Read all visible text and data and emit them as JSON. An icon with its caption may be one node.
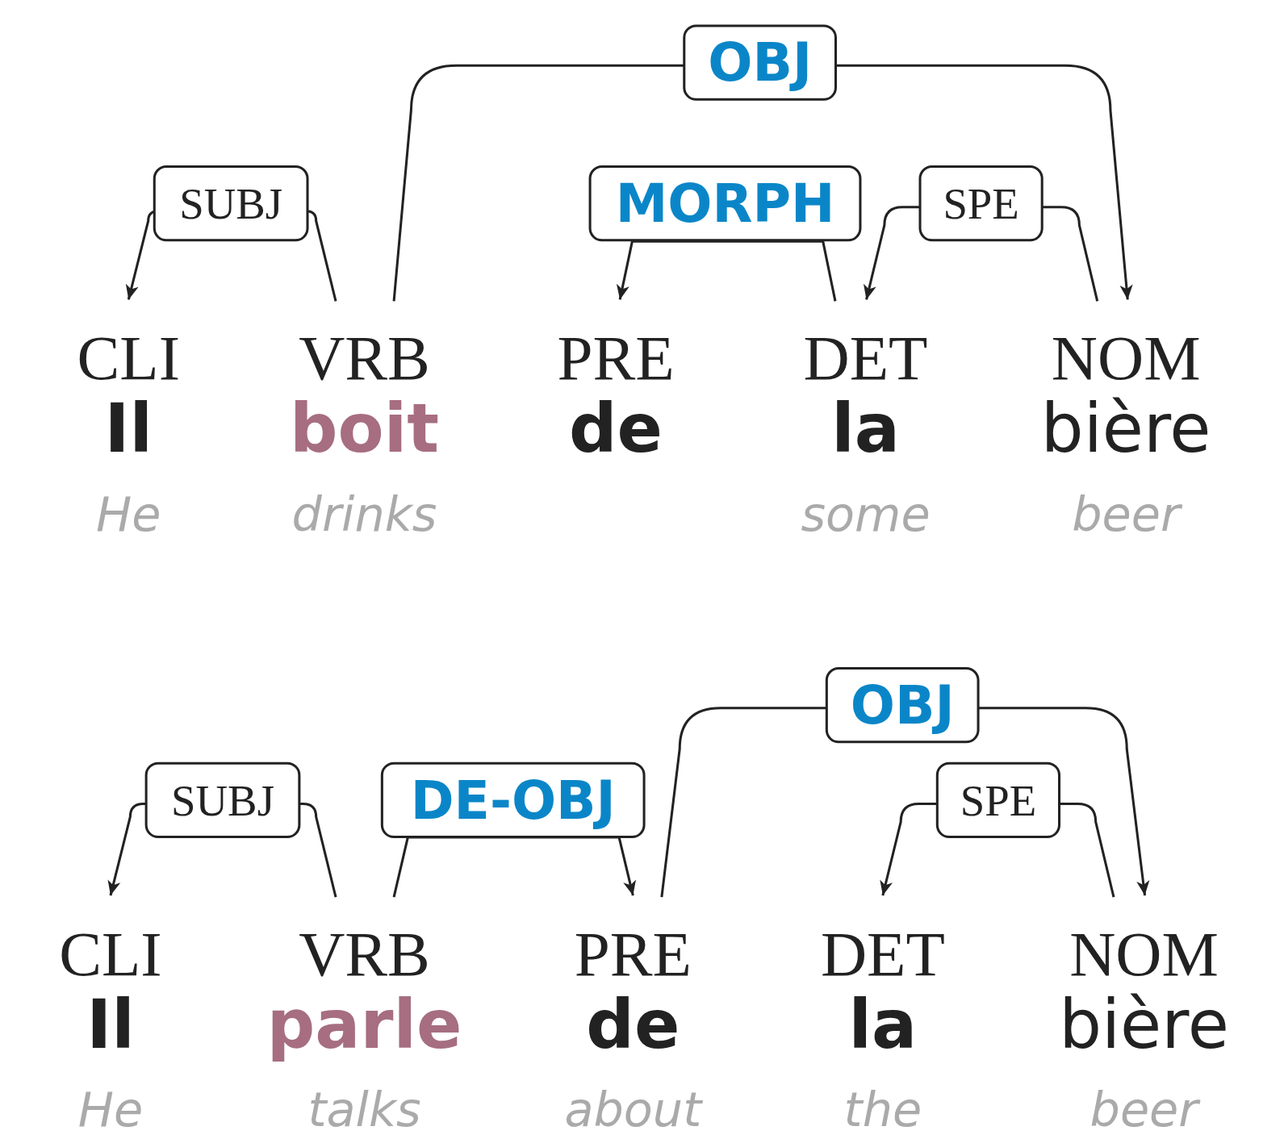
{
  "diagram": {
    "nodes": [
      {
        "text": [
          "CLI",
          "Il",
          "He"
        ]
      },
      {
        "text": [
          "VRB",
          "boit",
          "drinks"
        ]
      },
      {
        "text": [
          "PRE",
          "de"
        ]
      },
      {
        "text": [
          "DET",
          "la",
          "some"
        ]
      },
      {
        "text": [
          "NOM",
          "bière",
          "beer"
        ]
      },
      {
        "text": [
          "CLI",
          "Il",
          "He"
        ]
      },
      {
        "text": [
          "VRB",
          "parle",
          "talks"
        ]
      },
      {
        "text": [
          "PRE",
          "de",
          "about"
        ]
      },
      {
        "text": [
          "DET",
          "la",
          "the"
        ]
      },
      {
        "text": [
          "NOM",
          "bière",
          "beer"
        ]
      }
    ],
    "edges": [
      {
        "from": 1,
        "to": 0,
        "arrow": "to",
        "label": "SUBJ"
      },
      {
        "from": 1,
        "to": 4,
        "arrow": "to",
        "label": "OBJ"
      },
      {
        "from": 3,
        "to": 2,
        "arrow": "to",
        "label": "MORPH"
      },
      {
        "from": 4,
        "to": 3,
        "arrow": "to",
        "label": "SPE"
      },
      {
        "from": 6,
        "to": 5,
        "arrow": "to",
        "label": "SUBJ"
      },
      {
        "from": 6,
        "to": 7,
        "arrow": "to",
        "label": "DE-OBJ"
      },
      {
        "from": 7,
        "to": 9,
        "arrow": "to",
        "label": "OBJ"
      },
      {
        "from": 9,
        "to": 8,
        "arrow": "to",
        "label": "SPE"
      }
    ]
  }
}
